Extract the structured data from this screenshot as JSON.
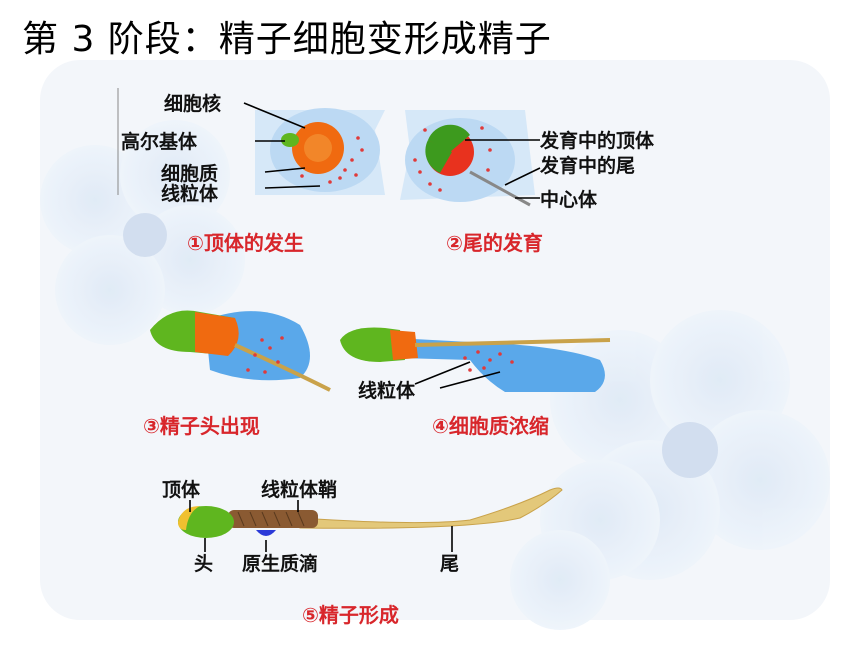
{
  "title": "第 3 阶段：精子细胞变形成精子",
  "colors": {
    "caption": "#d8262b",
    "acrosome": "#f06a10",
    "nucleus": "#5fb61f",
    "cytoplasm": "#3d8fe0",
    "tail": "#c9a24a"
  },
  "panels": [
    {
      "caption": "①顶体的发生",
      "labels": [
        "细胞核",
        "高尔基体",
        "细胞质",
        "线粒体"
      ]
    },
    {
      "caption": "②尾的发育",
      "labels": [
        "发育中的顶体",
        "发育中的尾",
        "中心体"
      ]
    },
    {
      "caption": "③精子头出现",
      "labels": []
    },
    {
      "caption": "④细胞质浓缩",
      "labels": [
        "线粒体"
      ]
    },
    {
      "caption": "⑤精子形成",
      "labels": [
        "顶体",
        "线粒体鞘",
        "头",
        "原生质滴",
        "尾"
      ]
    }
  ]
}
